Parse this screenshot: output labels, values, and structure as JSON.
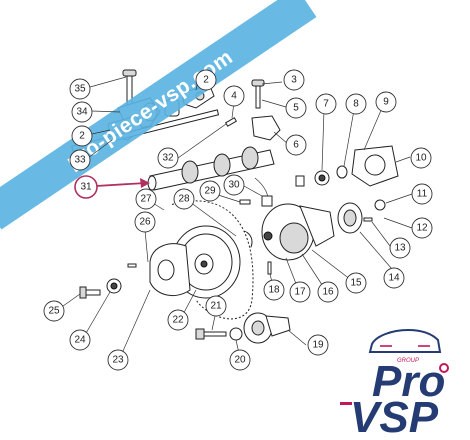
{
  "watermark": {
    "text": "pro-piece-vsp.com",
    "color": "#5bb4e3"
  },
  "logo": {
    "word1": "Pro",
    "word2": "VSP",
    "group": "GROUP",
    "primary_color": "#243c73",
    "accent_color": "#c2185b"
  },
  "callouts": [
    {
      "id": "35",
      "label": "35"
    },
    {
      "id": "34",
      "label": "34"
    },
    {
      "id": "33",
      "label": "33"
    },
    {
      "id": "2a",
      "label": "2"
    },
    {
      "id": "2b",
      "label": "2"
    },
    {
      "id": "3",
      "label": "3"
    },
    {
      "id": "4",
      "label": "4"
    },
    {
      "id": "5",
      "label": "5"
    },
    {
      "id": "6",
      "label": "6"
    },
    {
      "id": "7",
      "label": "7"
    },
    {
      "id": "8",
      "label": "8"
    },
    {
      "id": "9",
      "label": "9"
    },
    {
      "id": "10",
      "label": "10"
    },
    {
      "id": "11",
      "label": "11"
    },
    {
      "id": "12",
      "label": "12"
    },
    {
      "id": "13",
      "label": "13"
    },
    {
      "id": "14",
      "label": "14"
    },
    {
      "id": "15",
      "label": "15"
    },
    {
      "id": "16",
      "label": "16"
    },
    {
      "id": "17",
      "label": "17"
    },
    {
      "id": "18",
      "label": "18"
    },
    {
      "id": "19",
      "label": "19"
    },
    {
      "id": "20",
      "label": "20"
    },
    {
      "id": "21",
      "label": "21"
    },
    {
      "id": "22",
      "label": "22"
    },
    {
      "id": "23",
      "label": "23"
    },
    {
      "id": "24",
      "label": "24"
    },
    {
      "id": "25",
      "label": "25"
    },
    {
      "id": "26",
      "label": "26"
    },
    {
      "id": "27",
      "label": "27"
    },
    {
      "id": "28",
      "label": "28"
    },
    {
      "id": "29",
      "label": "29"
    },
    {
      "id": "30",
      "label": "30"
    },
    {
      "id": "31",
      "label": "31"
    },
    {
      "id": "32",
      "label": "32"
    }
  ],
  "highlight": {
    "part": "31",
    "color": "#b03060"
  }
}
